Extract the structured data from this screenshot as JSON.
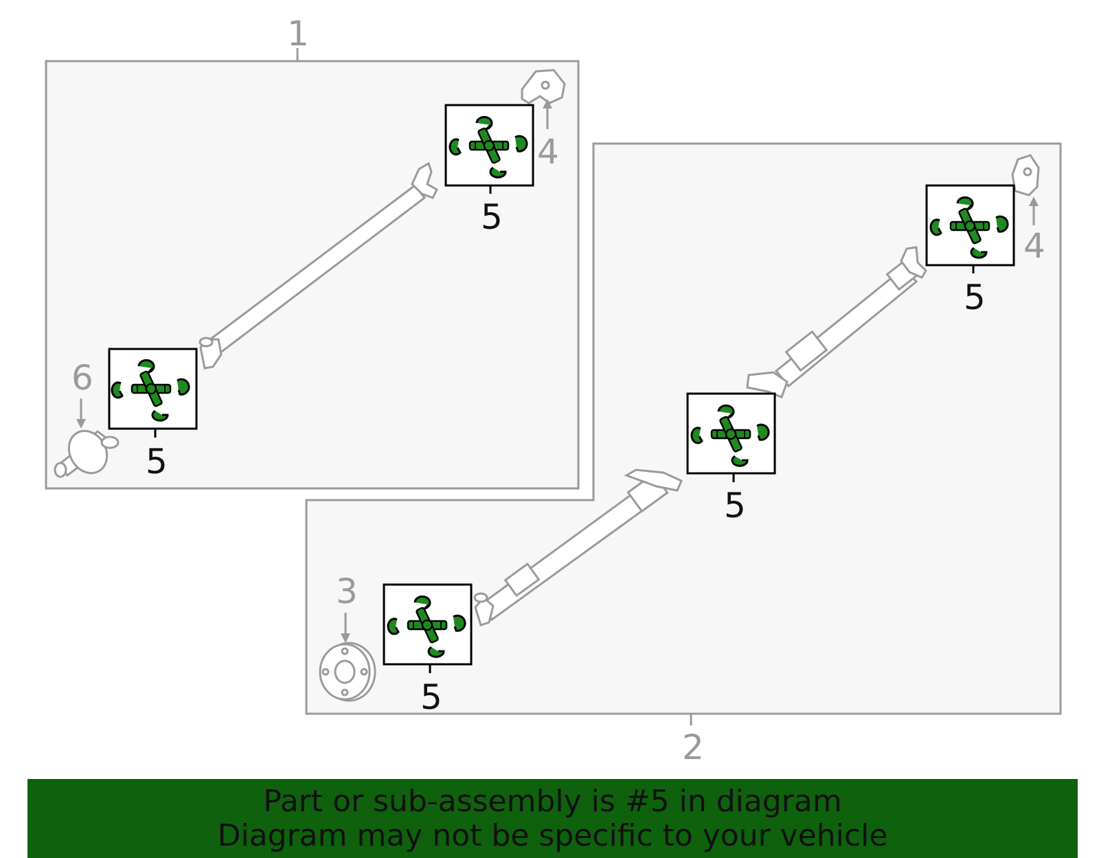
{
  "callouts": {
    "c1": "1",
    "c2": "2",
    "c3": "3",
    "c4a": "4",
    "c4b": "4",
    "c6": "6",
    "c5": [
      "5",
      "5",
      "5",
      "5",
      "5"
    ]
  },
  "banner": {
    "line1": "Part or sub-assembly is #5 in diagram",
    "line2": "Diagram may not be specific to your vehicle"
  },
  "colors": {
    "highlight": "#0f610d",
    "part_green": "#1f8a1f",
    "outline_grey": "#9a9a9a",
    "panel_fill": "#f7f7f7"
  }
}
